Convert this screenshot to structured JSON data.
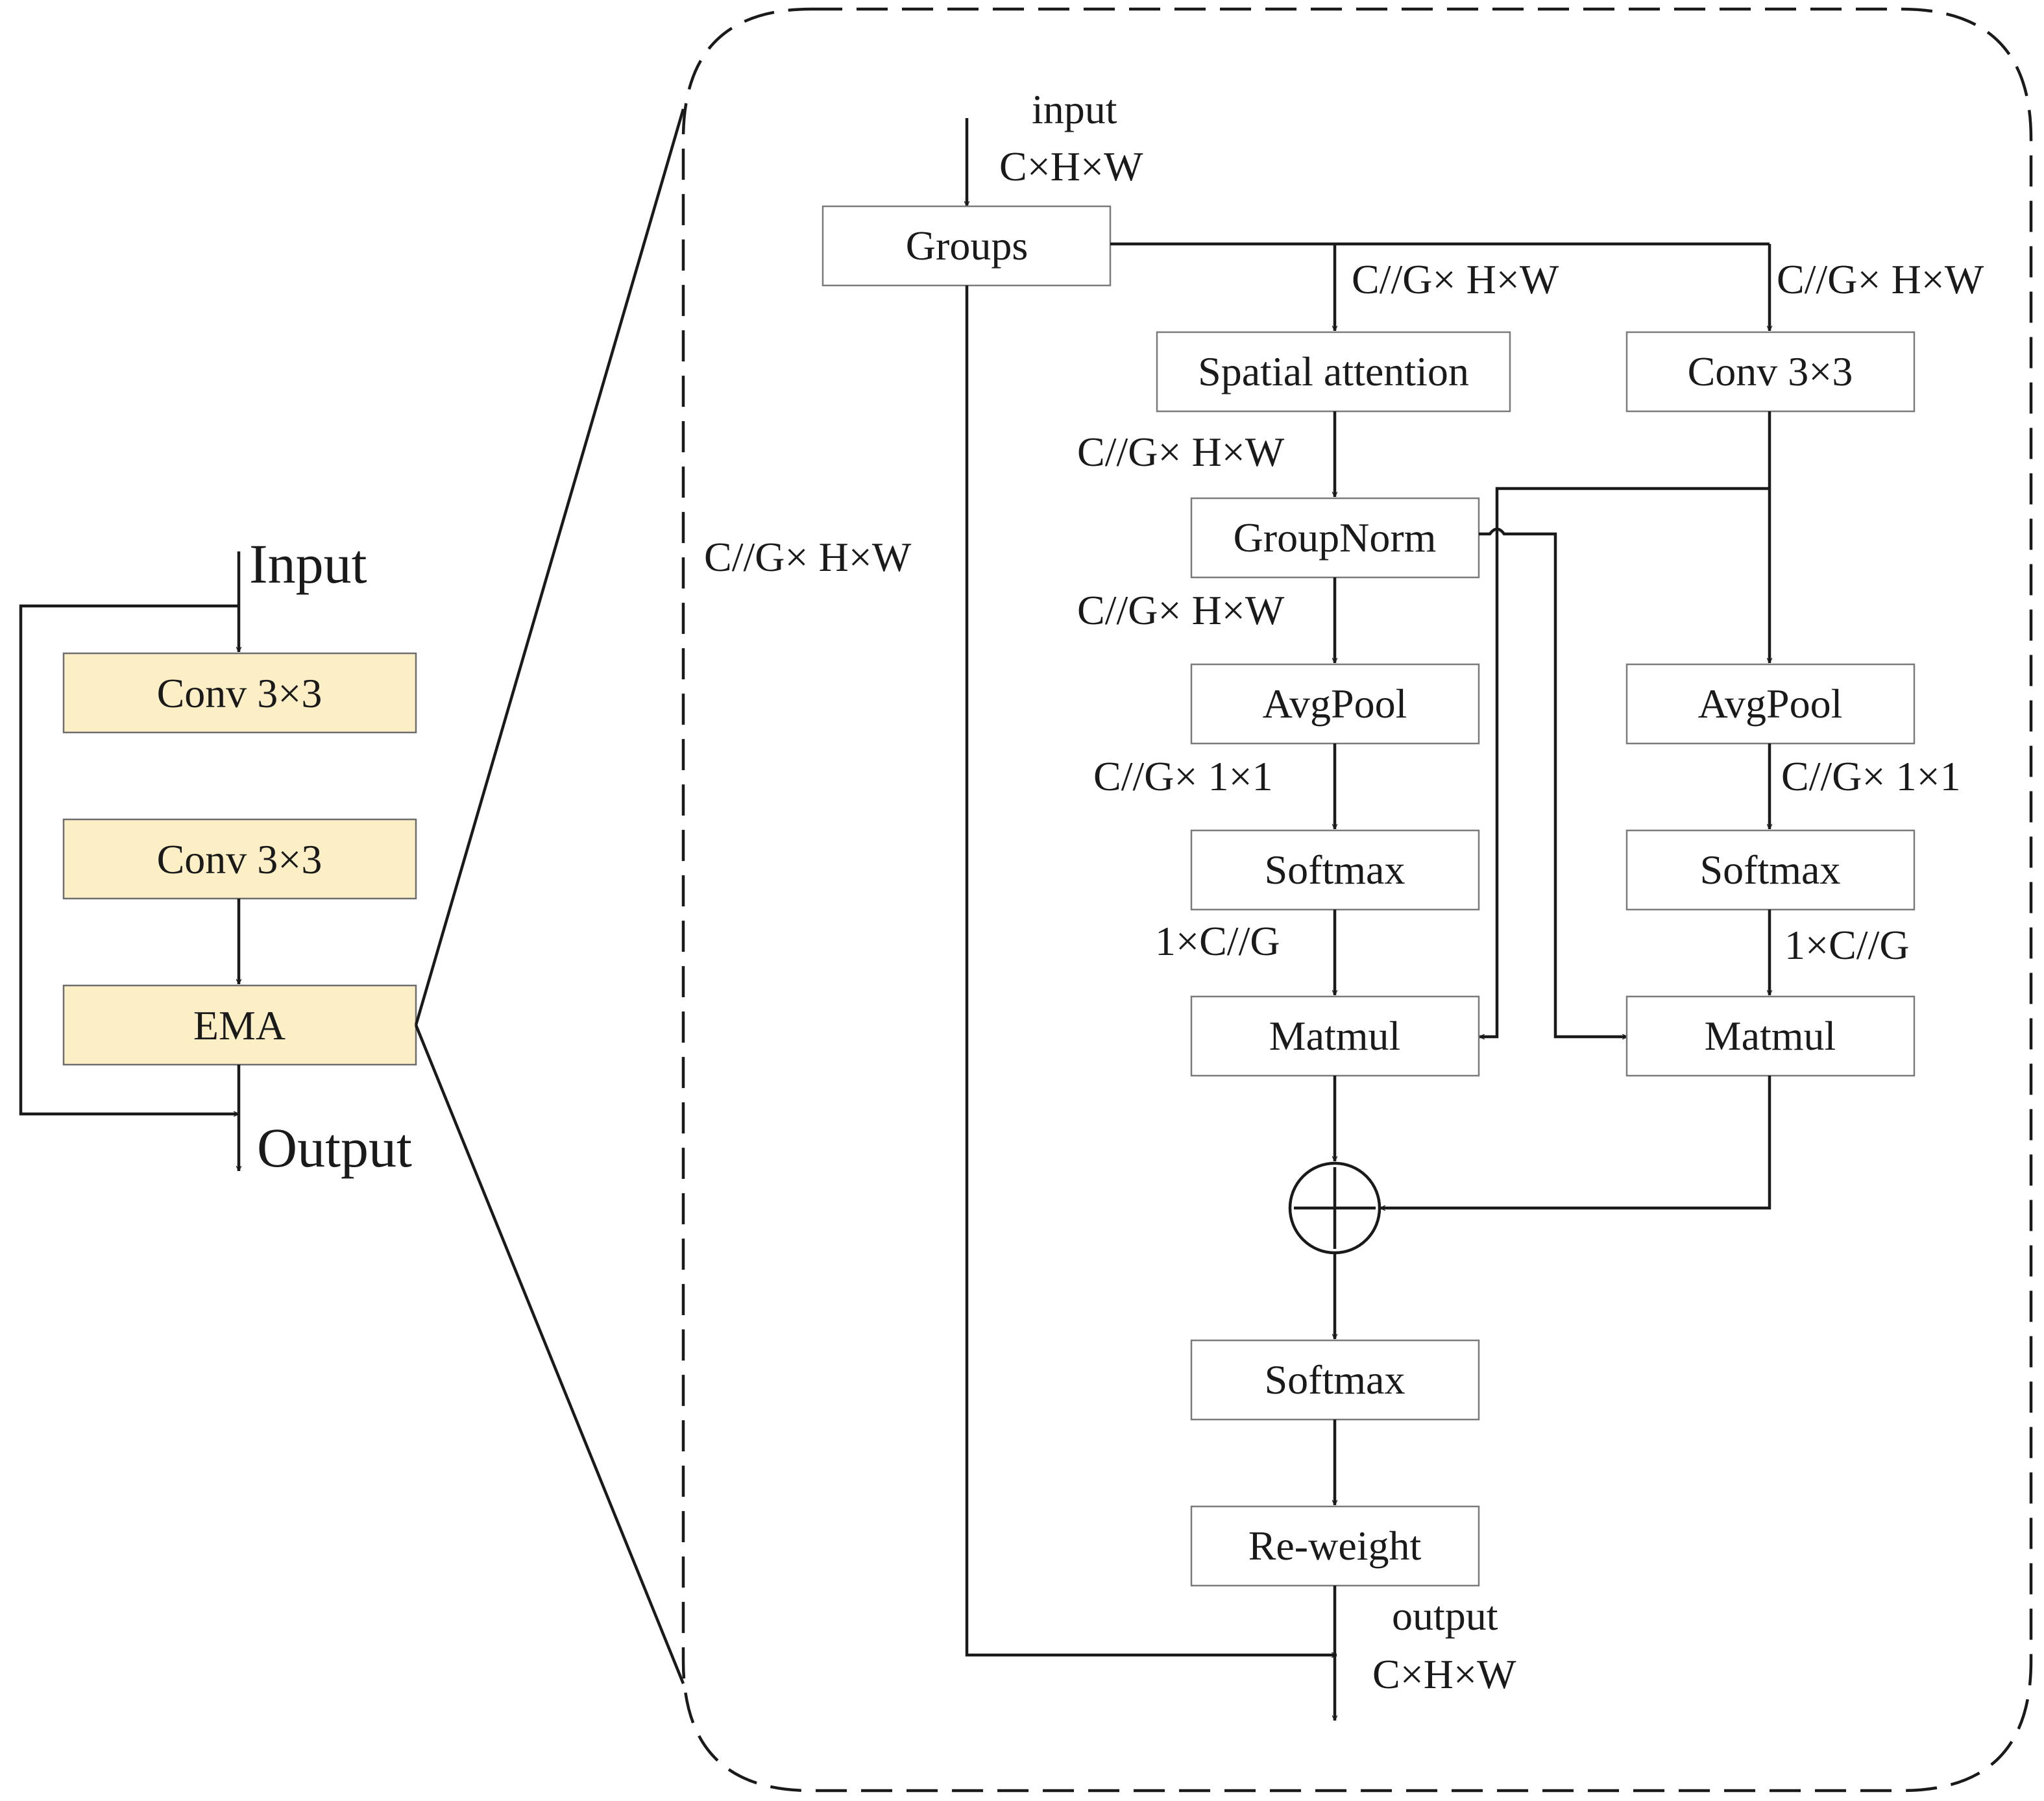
{
  "colors": {
    "yellow_fill": "#fcefc6",
    "stroke": "#1a1a1a",
    "box_border": "#7a7a7a"
  },
  "left": {
    "input_label": "Input",
    "output_label": "Output",
    "conv1": "Conv 3×3",
    "conv2": "Conv 3×3",
    "ema": "EMA"
  },
  "ema": {
    "input_label": "input",
    "input_shape": "C×H×W",
    "groups": "Groups",
    "spatial_attention": "Spatial attention",
    "conv3x3": "Conv 3×3",
    "groupnorm": "GroupNorm",
    "avgpool_left": "AvgPool",
    "avgpool_right": "AvgPool",
    "softmax_left": "Softmax",
    "softmax_right": "Softmax",
    "matmul_left": "Matmul",
    "matmul_right": "Matmul",
    "softmax_bottom": "Softmax",
    "reweight": "Re-weight",
    "output_label": "output",
    "output_shape": "C×H×W",
    "dims": {
      "groups_to_sa": "C//G× H×W",
      "groups_to_conv": "C//G× H×W",
      "skip": "C//G× H×W",
      "sa_to_gn": "C//G× H×W",
      "gn_to_avg": "C//G× H×W",
      "avg_to_soft_left": "C//G× 1×1",
      "avg_to_soft_right": "C//G× 1×1",
      "soft_to_mat_left": "1×C//G",
      "soft_to_mat_right": "1×C//G"
    }
  }
}
